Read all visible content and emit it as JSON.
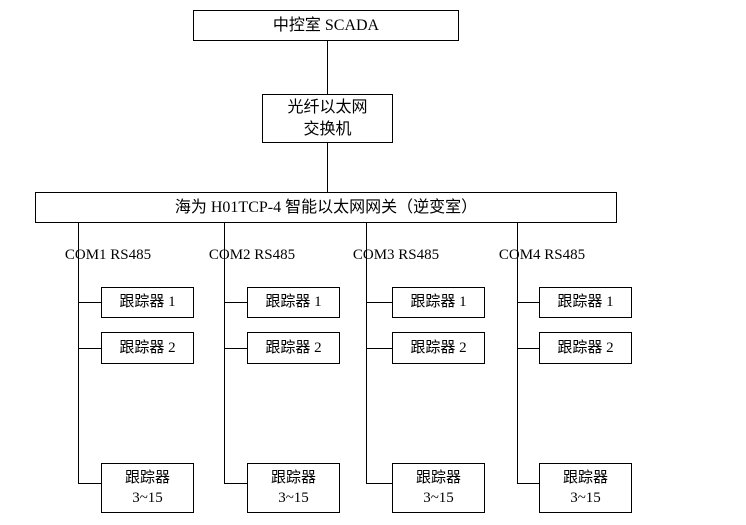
{
  "diagram": {
    "type": "system-architecture-tree",
    "background_color": "#ffffff",
    "line_color": "#000000",
    "nodes": {
      "scada": {
        "label": "中控室 SCADA"
      },
      "switch": {
        "line1": "光纤以太网",
        "line2": "交换机"
      },
      "gateway": {
        "label": "海为 H01TCP-4 智能以太网网关（逆变室）"
      }
    },
    "columns": [
      {
        "port_label": "COM1 RS485",
        "devices": [
          {
            "line1": "跟踪器 1",
            "line2": ""
          },
          {
            "line1": "跟踪器 2",
            "line2": ""
          },
          {
            "line1": "跟踪器",
            "line2": "3~15"
          }
        ]
      },
      {
        "port_label": "COM2 RS485",
        "devices": [
          {
            "line1": "跟踪器 1",
            "line2": ""
          },
          {
            "line1": "跟踪器 2",
            "line2": ""
          },
          {
            "line1": "跟踪器",
            "line2": "3~15"
          }
        ]
      },
      {
        "port_label": "COM3 RS485",
        "devices": [
          {
            "line1": "跟踪器 1",
            "line2": ""
          },
          {
            "line1": "跟踪器 2",
            "line2": ""
          },
          {
            "line1": "跟踪器",
            "line2": "3~15"
          }
        ]
      },
      {
        "port_label": "COM4 RS485",
        "devices": [
          {
            "line1": "跟踪器 1",
            "line2": ""
          },
          {
            "line1": "跟踪器 2",
            "line2": ""
          },
          {
            "line1": "跟踪器",
            "line2": "3~15"
          }
        ]
      }
    ]
  }
}
